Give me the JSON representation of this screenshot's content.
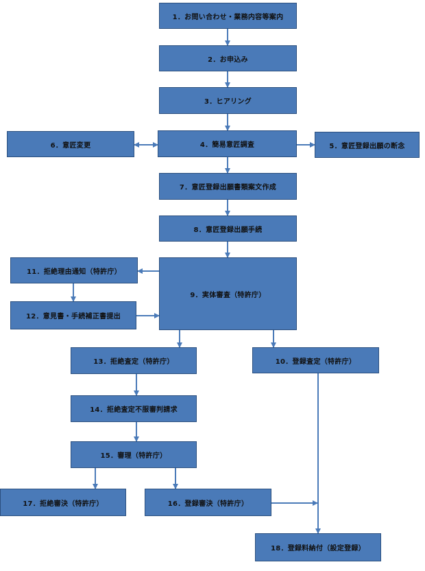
{
  "colors": {
    "box_fill": "#4a7ab8",
    "box_border": "#2b4f7e",
    "connector": "#4a7ab8",
    "text": "#111111"
  },
  "steps": {
    "s1": "1．お問い合わせ・業務内容等案内",
    "s2": "2．お申込み",
    "s3": "3．ヒアリング",
    "s4": "4．簡易意匠調査",
    "s5": "5．意匠登録出願の断念",
    "s6": "6．意匠変更",
    "s7": "7．意匠登録出願書類案文作成",
    "s8": "8．意匠登録出願手続",
    "s9": "9．実体審査（特許庁）",
    "s10": "10．登録査定（特許庁）",
    "s11": "11．拒絶理由通知（特許庁）",
    "s12": "12．意見書・手続補正書提出",
    "s13": "13．拒絶査定（特許庁）",
    "s14": "14．拒絶査定不服審判請求",
    "s15": "15．審理（特許庁）",
    "s16": "16．登録審決（特許庁）",
    "s17": "17．拒絶審決（特許庁）",
    "s18": "18．登録料納付（設定登録）"
  }
}
